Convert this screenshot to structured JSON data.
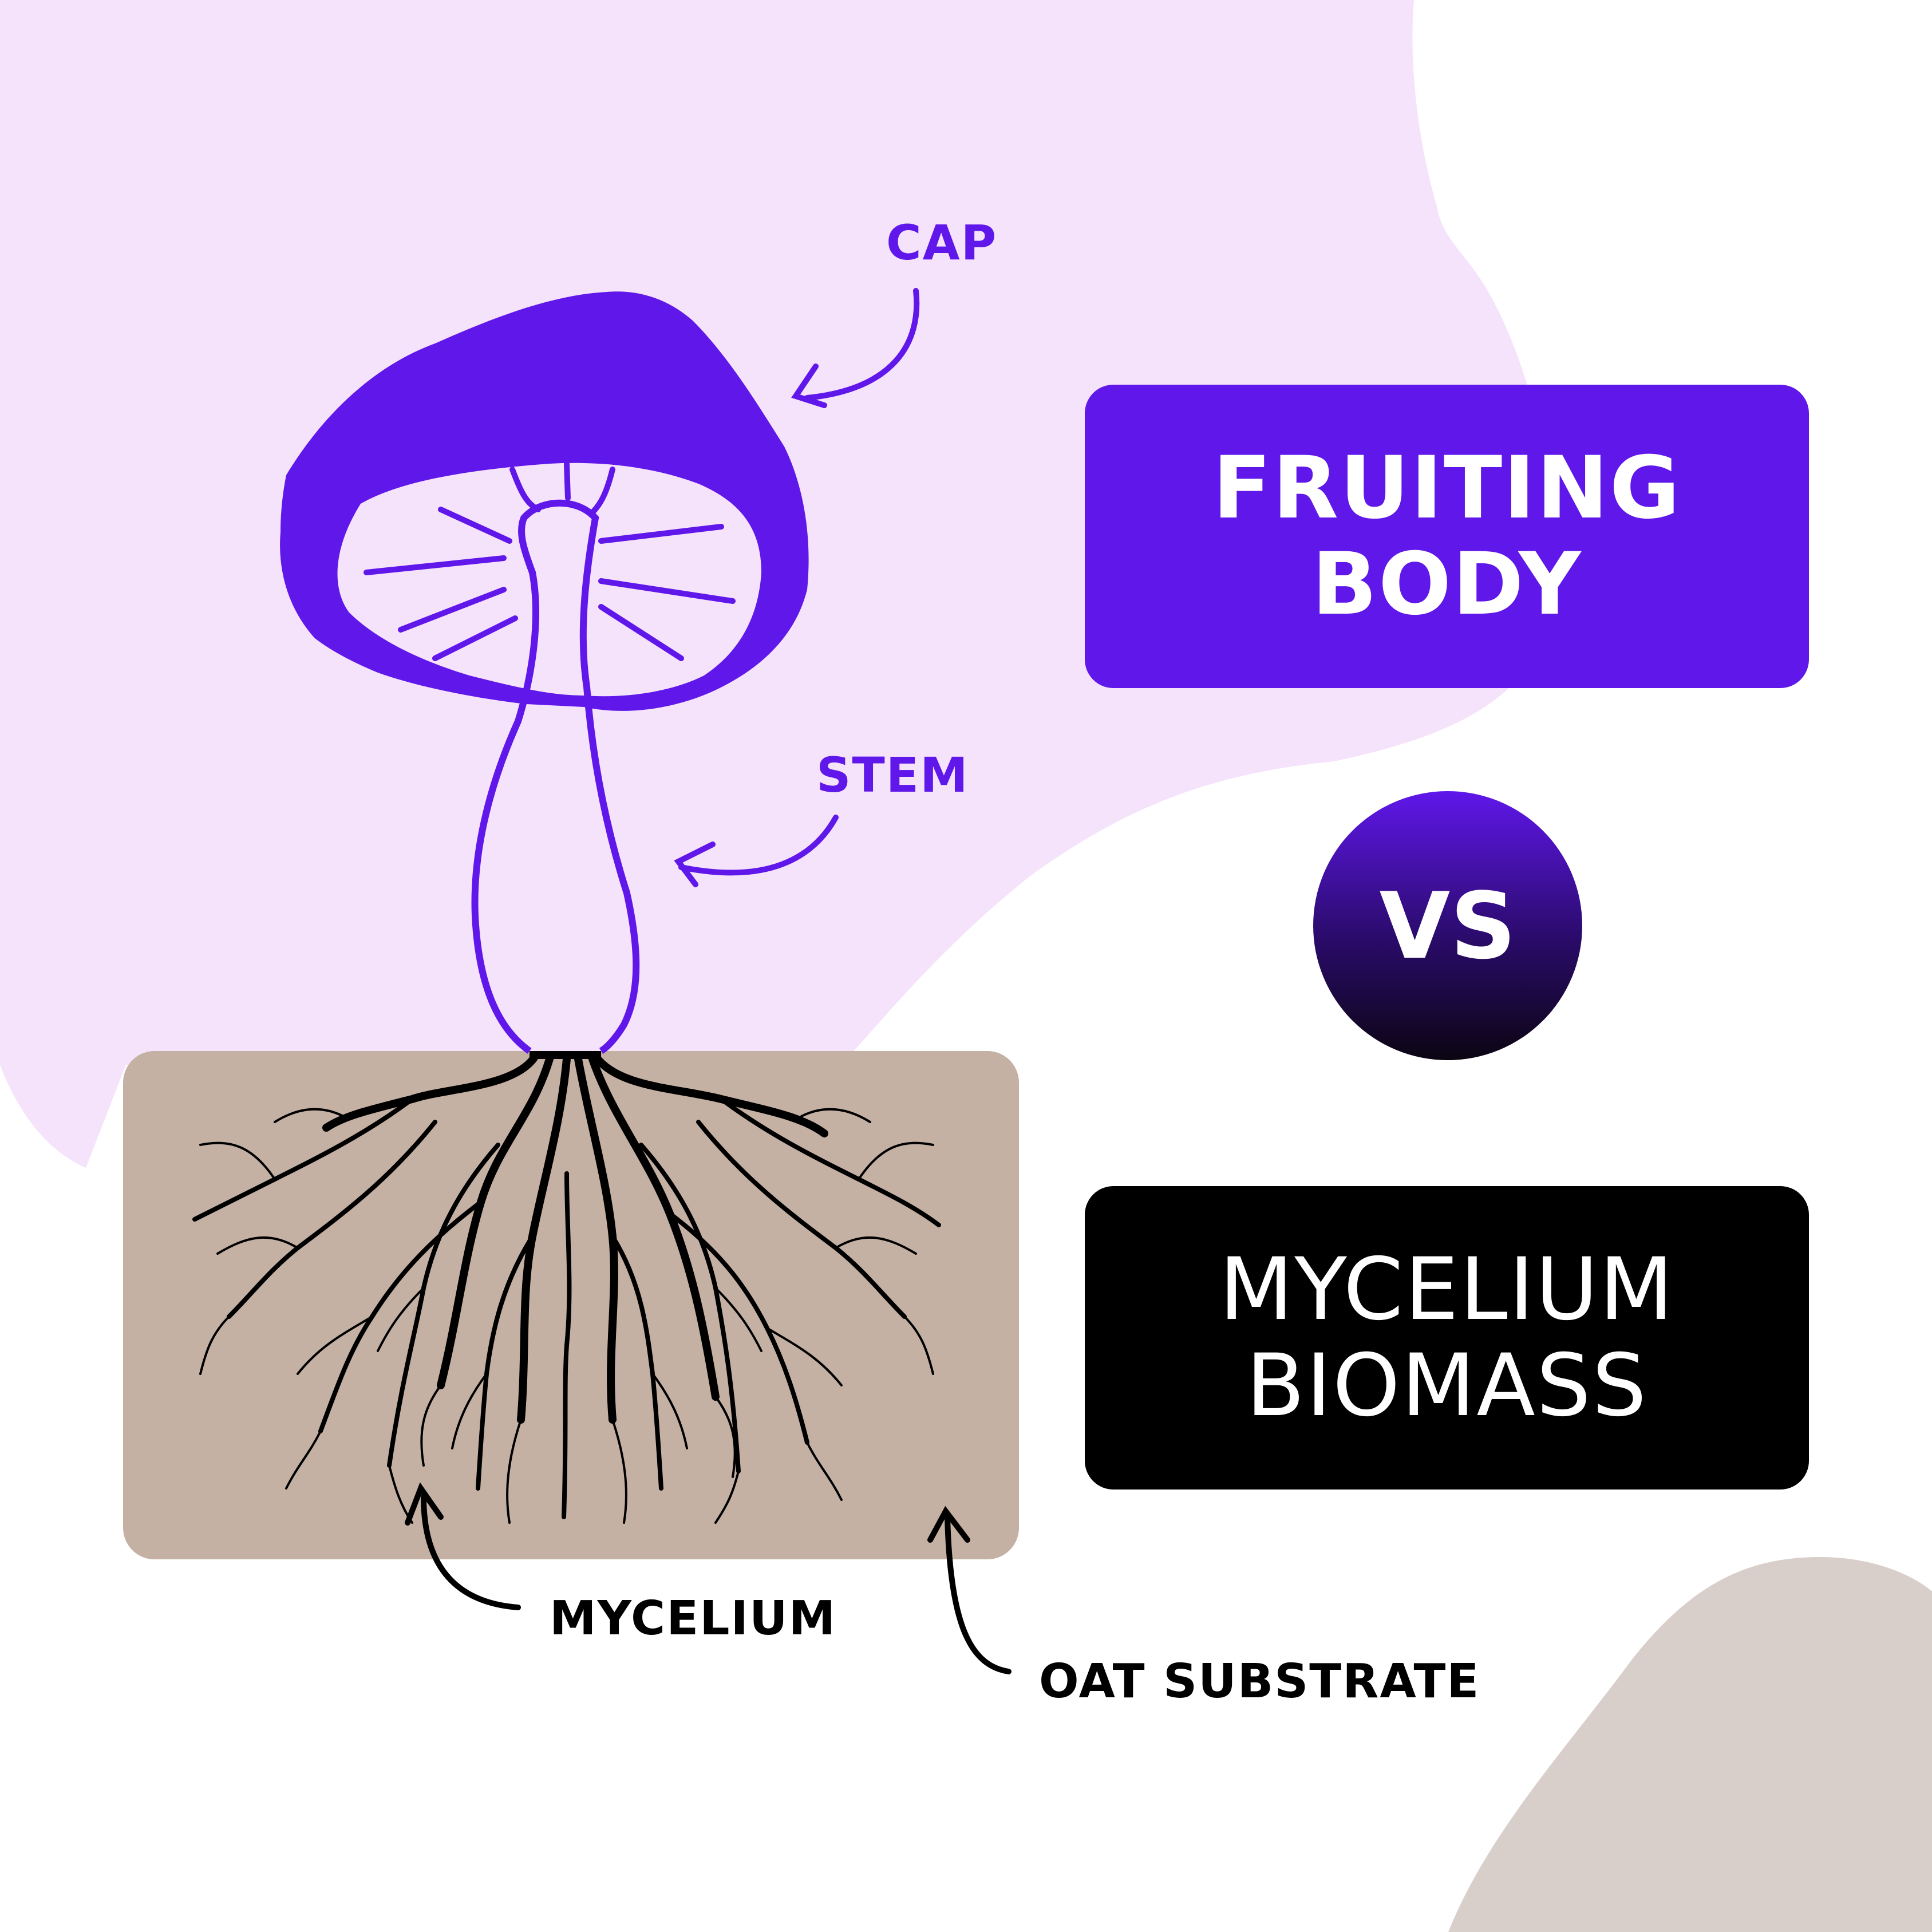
{
  "labels": {
    "cap": "CAP",
    "stem": "STEM",
    "mycelium": "MYCELIUM",
    "oat_substrate": "OAT SUBSTRATE"
  },
  "boxes": {
    "fruiting_body": {
      "line1": "FRUITING",
      "line2": "BODY"
    },
    "vs": "VS",
    "mycelium_biomass": {
      "line1": "MYCELIUM",
      "line2": "BIOMASS"
    }
  },
  "colors": {
    "purple": "#5f17ea",
    "lavender": "#f5e2fb",
    "substrate": "#c4b1a4",
    "taupe_blob": "#d9cfca",
    "black": "#000000",
    "white": "#ffffff"
  },
  "icons": {
    "mushroom": "mushroom-icon",
    "roots": "mycelium-roots-icon",
    "arrow": "curved-arrow-icon"
  }
}
